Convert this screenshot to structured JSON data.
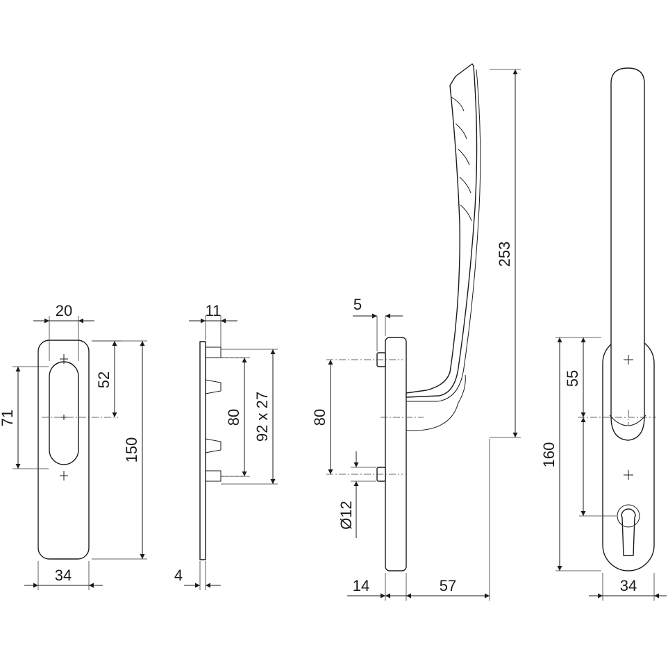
{
  "dimensions": {
    "d20": "20",
    "d52": "52",
    "d71": "71",
    "d150": "150",
    "d34_left": "34",
    "d11": "11",
    "d80_side": "80",
    "d92x27": "92 x 27",
    "d4": "4",
    "d5": "5",
    "d80_handle": "80",
    "d12": "Ø12",
    "d14": "14",
    "d57": "57",
    "d253": "253",
    "d55": "55",
    "d160": "160",
    "d34_right": "34"
  },
  "colors": {
    "line": "#1a1a1a",
    "background": "#ffffff"
  }
}
